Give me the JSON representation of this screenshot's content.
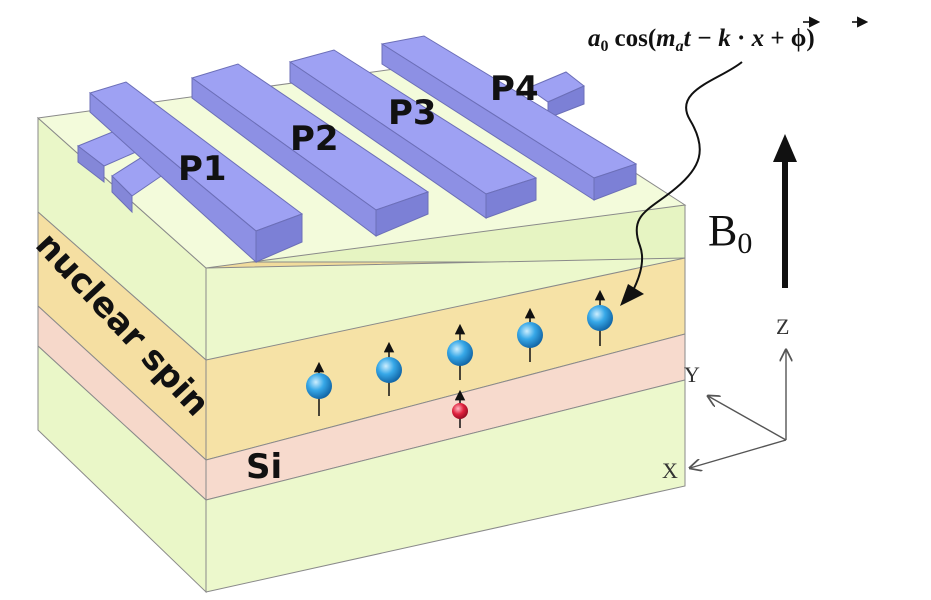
{
  "formula": {
    "amp": "a",
    "amp_sub": "0",
    "cos": "cos(",
    "m": "m",
    "m_sub": "a",
    "t_minus": "t − ",
    "k": "k",
    "dot": " · ",
    "x": "x",
    "plus_phi": " + ϕ)"
  },
  "field": {
    "label": "B",
    "sub": "0"
  },
  "gates": [
    "P1",
    "P2",
    "P3",
    "P4"
  ],
  "layers": {
    "nuclear": "nuclear spin",
    "si": "Si"
  },
  "axes": {
    "z": "Z",
    "y": "Y",
    "x": "X"
  },
  "colors": {
    "gate": "#9b9ef2",
    "substrate": "#ecf8cc",
    "nuclear_layer": "#f6e2a6",
    "si_layer": "#f7dacd",
    "spin": "#2e9ee2",
    "electron": "#d81e3c"
  }
}
